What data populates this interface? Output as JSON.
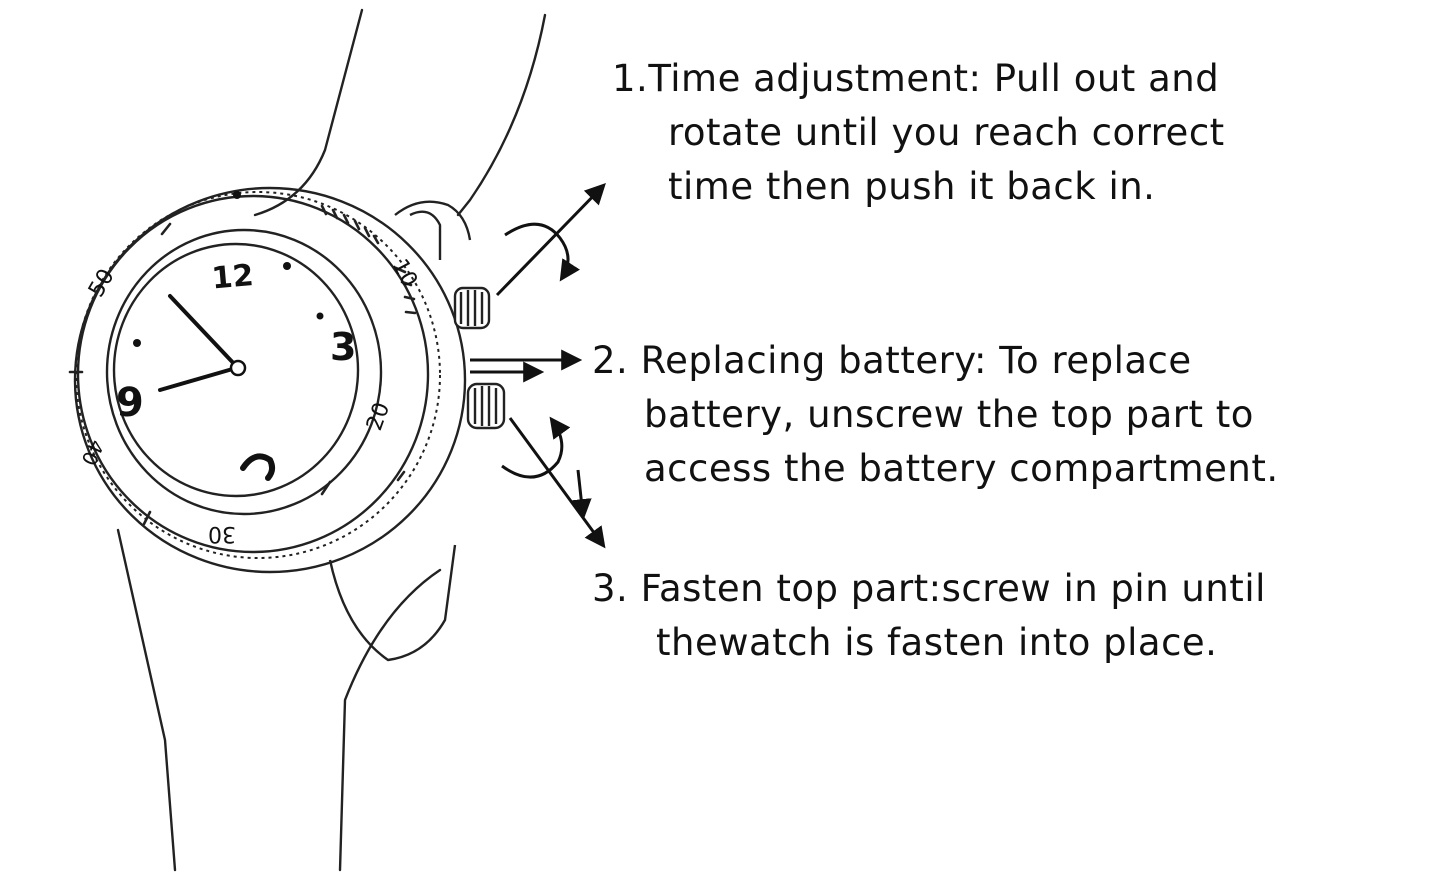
{
  "steps": [
    {
      "number": "1.",
      "lines": [
        "Time adjustment: Pull out and",
        "rotate until you reach correct",
        "time then push it back in."
      ]
    },
    {
      "number": "2.",
      "lines": [
        "Replacing battery: To replace",
        "battery, unscrew the top part to",
        "access the battery compartment."
      ]
    },
    {
      "number": "3.",
      "lines": [
        "Fasten top part:screw in pin until",
        "thewatch is fasten into place."
      ]
    }
  ],
  "watch": {
    "dial_numerals": [
      "12",
      "3",
      "9"
    ],
    "bezel_marks": [
      "10",
      "20",
      "30",
      "40",
      "50"
    ]
  },
  "colors": {
    "ink": "#111111",
    "paper": "#ffffff"
  },
  "icons": [
    "rotate-arrow-icon",
    "pull-arrow-icon",
    "screw-arrow-icon"
  ]
}
